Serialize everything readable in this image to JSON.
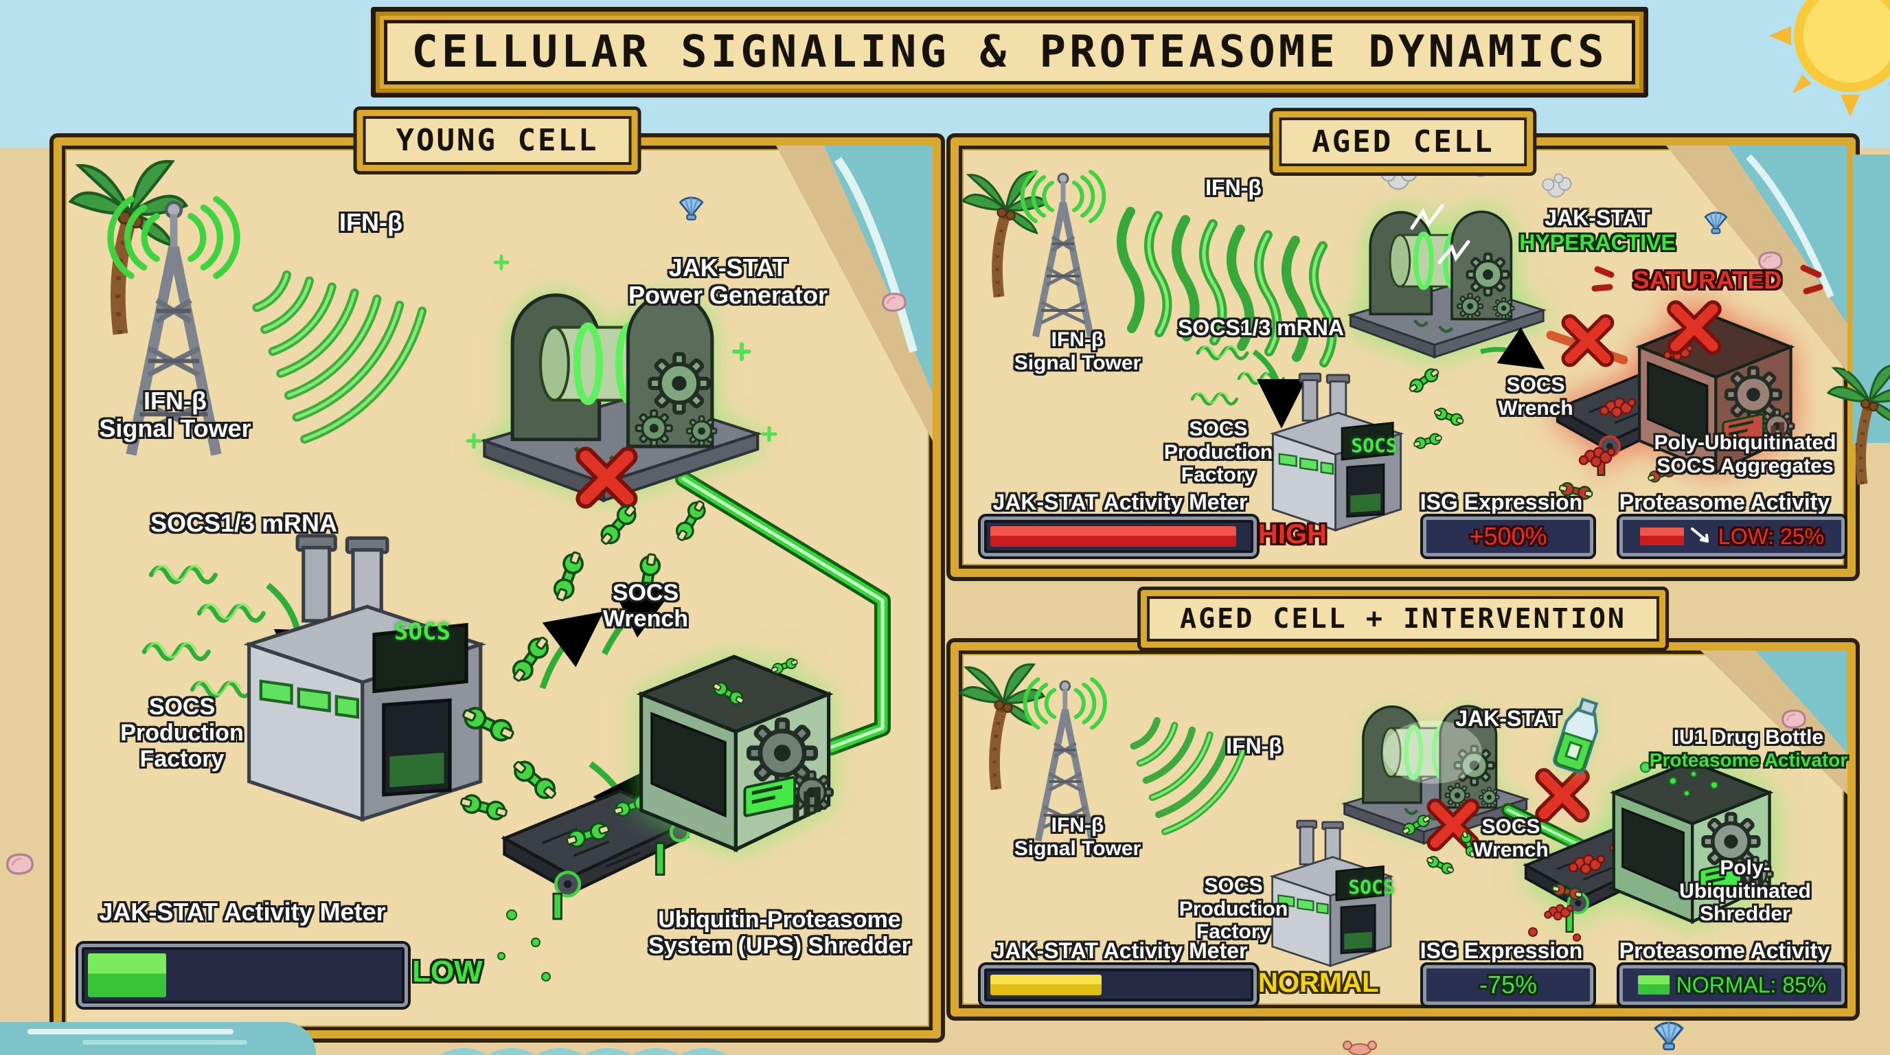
{
  "title": "CELLULAR SIGNALING & PROTEASOME DYNAMICS",
  "colors": {
    "accent_green": "#3fd33f",
    "accent_red": "#e03226",
    "accent_yellow": "#f4d216",
    "gold": "#d9a82e",
    "sand": "#eed9a8",
    "meter_track": "#262b45"
  },
  "panels": {
    "young": {
      "header": "YOUNG CELL",
      "ifn_signal": "IFN-β",
      "tower": {
        "line1": "IFN-β",
        "line2": "Signal Tower"
      },
      "generator": {
        "line1": "JAK-STAT",
        "line2": "Power Generator"
      },
      "mrna": "SOCS1/3 mRNA",
      "factory": {
        "line1": "SOCS",
        "line2": "Production",
        "line3": "Factory",
        "sign": "SOCS"
      },
      "wrench": {
        "line1": "SOCS",
        "line2": "Wrench"
      },
      "shredder": {
        "line1": "Ubiquitin-Proteasome",
        "line2": "System (UPS) Shredder"
      },
      "meter": {
        "label": "JAK-STAT Activity Meter",
        "status": "LOW",
        "percent": 28
      }
    },
    "aged": {
      "header": "AGED CELL",
      "ifn_signal": "IFN-β",
      "tower": {
        "line1": "IFN-β",
        "line2": "Signal Tower"
      },
      "jakstat": {
        "line1": "JAK-STAT",
        "line2": "HYPERACTIVE"
      },
      "saturated": "SATURATED",
      "mrna": "SOCS1/3 mRNA",
      "factory": {
        "line1": "SOCS",
        "line2": "Production",
        "line3": "Factory",
        "sign": "SOCS"
      },
      "wrench": {
        "line1": "SOCS",
        "line2": "Wrench"
      },
      "aggregates": {
        "line1": "Poly-Ubiquitinated",
        "line2": "SOCS Aggregates"
      },
      "meter": {
        "label": "JAK-STAT Activity Meter",
        "status": "HIGH",
        "percent": 96
      },
      "isg": {
        "label": "ISG Expression",
        "value": "+500%"
      },
      "proteasome": {
        "label": "Proteasome Activity",
        "value": "LOW: 25%",
        "percent": 25
      }
    },
    "intervention": {
      "header": "AGED CELL + INTERVENTION",
      "ifn_signal": "IFN-β",
      "tower": {
        "line1": "IFN-β",
        "line2": "Signal Tower"
      },
      "jakstat": "JAK-STAT",
      "drug": {
        "line1": "IU1 Drug Bottle",
        "line2": "Proteasome Activator"
      },
      "factory": {
        "line1": "SOCS",
        "line2": "Production",
        "line3": "Factory",
        "sign": "SOCS"
      },
      "wrench": {
        "line1": "SOCS",
        "line2": "Wrench"
      },
      "shredder": {
        "line1": "Poly-",
        "line2": "Ubiquitinated",
        "line3": "Shredder"
      },
      "meter": {
        "label": "JAK-STAT Activity Meter",
        "status": "NORMAL",
        "percent": 46
      },
      "isg": {
        "label": "ISG Expression",
        "value": "-75%"
      },
      "proteasome": {
        "label": "Proteasome Activity",
        "value": "NORMAL: 85%"
      }
    }
  }
}
